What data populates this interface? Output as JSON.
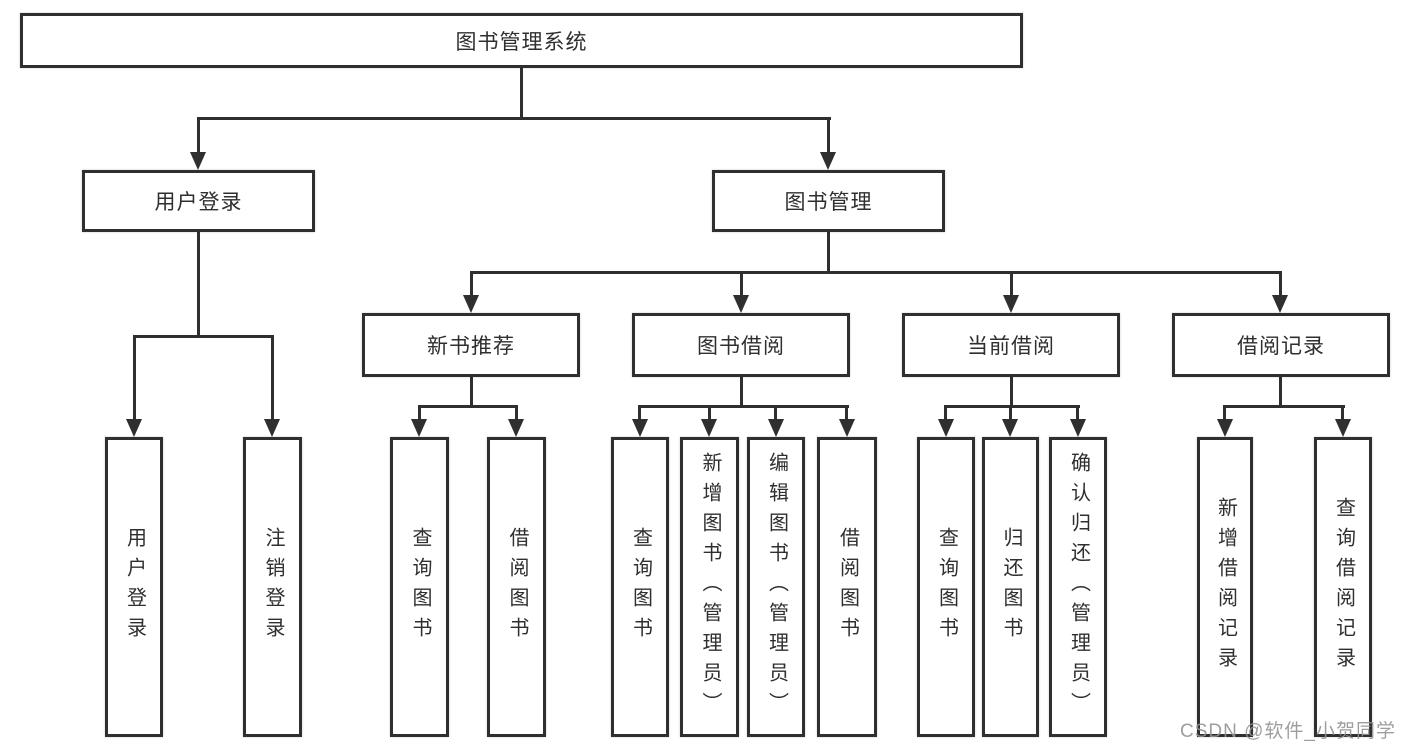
{
  "diagram": {
    "root": {
      "label": "图书管理系统"
    },
    "branches": [
      {
        "label": "用户登录",
        "children": [
          {
            "label": "用户登录"
          },
          {
            "label": "注销登录"
          }
        ]
      },
      {
        "label": "图书管理",
        "children": [
          {
            "label": "新书推荐",
            "children": [
              {
                "label": "查询图书"
              },
              {
                "label": "借阅图书"
              }
            ]
          },
          {
            "label": "图书借阅",
            "children": [
              {
                "label": "查询图书"
              },
              {
                "label": "新增图书（管理员）"
              },
              {
                "label": "编辑图书（管理员）"
              },
              {
                "label": "借阅图书"
              }
            ]
          },
          {
            "label": "当前借阅",
            "children": [
              {
                "label": "查询图书"
              },
              {
                "label": "归还图书"
              },
              {
                "label": "确认归还（管理员）"
              }
            ]
          },
          {
            "label": "借阅记录",
            "children": [
              {
                "label": "新增借阅记录"
              },
              {
                "label": "查询借阅记录"
              }
            ]
          }
        ]
      }
    ]
  },
  "watermark": {
    "text": "CSDN @软件_小贺同学"
  },
  "colors": {
    "line": "#2f2f2f",
    "box_border": "#2f2f2f",
    "box_background": "#ffffff",
    "text": "#2f2f2f",
    "watermark": "#949494",
    "background": "#ffffff"
  }
}
